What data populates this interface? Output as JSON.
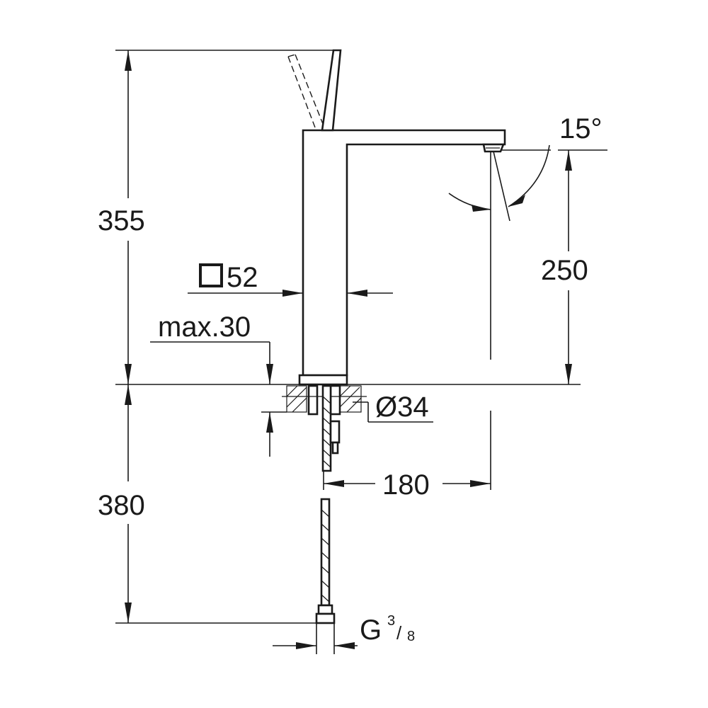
{
  "dimensions": {
    "height_above_deck": "355",
    "spout_height": "250",
    "below_deck": "380",
    "spout_reach": "180",
    "square_body_size": "52",
    "max_deck_thickness": "max.30",
    "hole_diameter": "Ø34",
    "spout_angle": "15°",
    "connection_thread": "G",
    "thread_numerator": "3",
    "thread_denominator": "8"
  },
  "colors": {
    "line": "#1a1a1a",
    "background": "#ffffff"
  }
}
